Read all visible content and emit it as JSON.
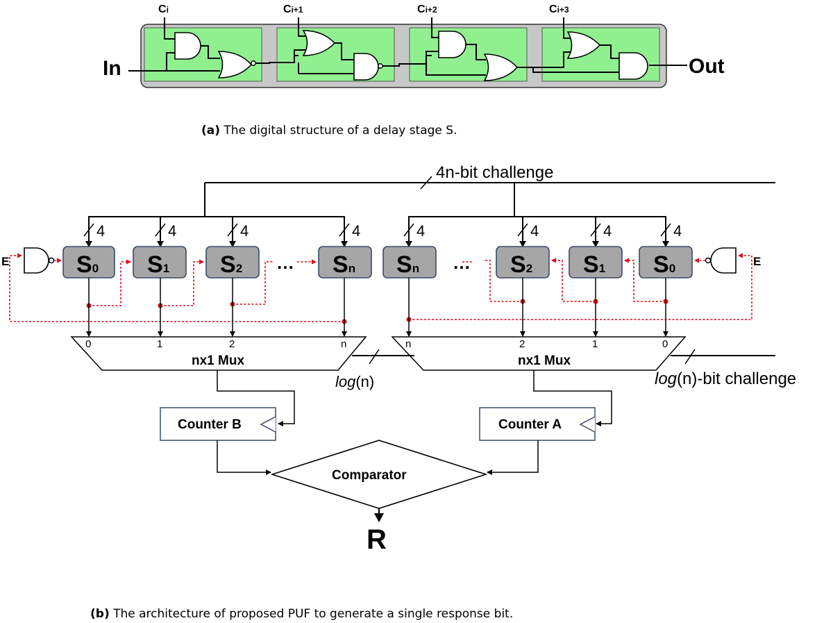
{
  "stage_diagram": {
    "inputs": {
      "in": "In",
      "out": "Out"
    },
    "control_labels": [
      {
        "base": "C",
        "sub": "i"
      },
      {
        "base": "C",
        "sub": "i+1"
      },
      {
        "base": "C",
        "sub": "i+2"
      },
      {
        "base": "C",
        "sub": "i+3"
      }
    ],
    "caption_tag": "(a)",
    "caption_text": " The digital structure of a delay stage S."
  },
  "architecture": {
    "challenge_label": "4n-bit challenge",
    "bus_width": "4",
    "enable_label": "E",
    "stage_base": "S",
    "left_chain": [
      "0",
      "1",
      "2",
      "n"
    ],
    "right_chain": [
      "n",
      "2",
      "1",
      "0"
    ],
    "ellipsis": "…",
    "mux_label": "nx1 Mux",
    "left_mux_inputs": [
      "0",
      "1",
      "2",
      "n"
    ],
    "right_mux_inputs": [
      "n",
      "2",
      "1",
      "0"
    ],
    "select_label_fn": "log",
    "select_label_arg": "(n)",
    "select_challenge_suffix": "-bit challenge",
    "counter_b": "Counter B",
    "counter_a": "Counter A",
    "comparator": "Comparator",
    "response": "R",
    "caption_tag": "(b)",
    "caption_text": " The architecture of proposed PUF to generate a single response bit."
  },
  "colors": {
    "stage_fill": "#90f090",
    "stage_frame": "#c8c8c8",
    "delay_stage_fill": "#a6a6a6",
    "feedback_wire": "#e30613",
    "counter_border": "#3b4a66"
  }
}
